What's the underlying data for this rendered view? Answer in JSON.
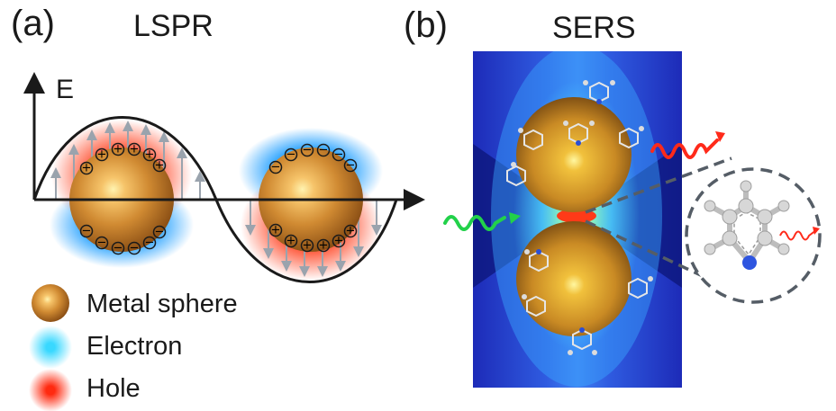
{
  "panel_a": {
    "label": "(a)",
    "title": "LSPR",
    "axis_label": "E",
    "sphere_left_top_charges": [
      "+",
      "+",
      "+",
      "+",
      "+",
      "+"
    ],
    "sphere_left_bottom_charges": [
      "−",
      "−",
      "−",
      "−",
      "−",
      "−"
    ],
    "sphere_right_top_charges": [
      "−",
      "−",
      "−",
      "−",
      "−",
      "−"
    ],
    "sphere_right_bottom_charges": [
      "+",
      "+",
      "+",
      "+",
      "+",
      "+"
    ]
  },
  "panel_b": {
    "label": "(b)",
    "title": "SERS"
  },
  "legend": {
    "metal_sphere": "Metal sphere",
    "electron": "Electron",
    "hole": "Hole"
  },
  "colors": {
    "metal": "#c98a2e",
    "electron": "#2aa3ff",
    "hole": "#ff3b1f",
    "field_dark": "#1f2fc0",
    "incident_wave": "#22d14a",
    "scattered_wave": "#ff2a1a"
  }
}
